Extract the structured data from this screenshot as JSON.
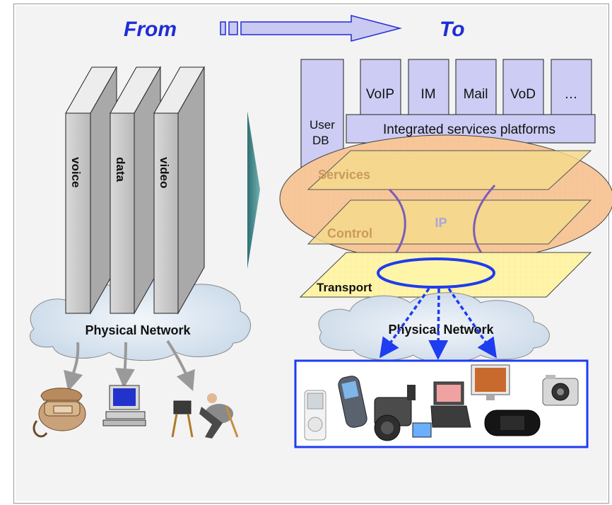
{
  "header": {
    "from": "From",
    "to": "To"
  },
  "silos": {
    "labels": [
      "voice",
      "data",
      "video"
    ]
  },
  "left_cloud": "Physical Network",
  "right_cloud": "Physical Network",
  "service_boxes": [
    "VoIP",
    "IM",
    "Mail",
    "VoD",
    "…"
  ],
  "user_db": {
    "line1": "User",
    "line2": "DB"
  },
  "platform": "Integrated services platforms",
  "layers": {
    "services": "Services",
    "control": "Control",
    "transport": "Transport"
  },
  "core": "IP",
  "endpoint_icons": [
    "phone-icon",
    "computer-icon",
    "tv-viewer-icon"
  ],
  "device_icons": [
    "mp3-player-icon",
    "mobile-phone-icon",
    "camcorder-icon",
    "laptop-icon",
    "flat-tv-icon",
    "game-console-icon",
    "digital-camera-icon"
  ],
  "colors": {
    "title": "#1f2dd6",
    "arrow_fill": "#c9c9f2",
    "box_fill": "#ccccf4",
    "ellipse_fill": "#f7c79a",
    "plane_fill": "#f4d98c",
    "transport_fill": "#fff5a8",
    "core_line": "#7c5cb8",
    "ring": "#1e3cf0",
    "device_frame": "#1e3cf0",
    "chevron": "#4f8d90"
  }
}
